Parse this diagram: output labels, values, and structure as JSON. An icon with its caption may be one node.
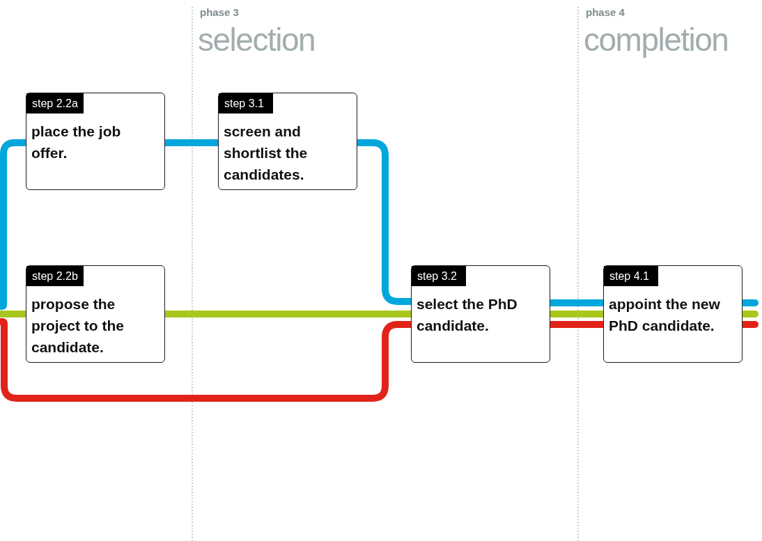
{
  "diagram": {
    "nodes": [
      {
        "text": [
          "step 2.2a",
          "place the job offer."
        ]
      },
      {
        "text": [
          "step 2.2b",
          "propose the project to the candidate."
        ]
      },
      {
        "text": [
          "step 3.1",
          "screen and shortlist the candidates."
        ]
      },
      {
        "text": [
          "step 3.2",
          "select the PhD candidate."
        ]
      },
      {
        "text": [
          "step 4.1",
          "appoint the new PhD candidate."
        ]
      }
    ],
    "edges": [
      {
        "from": null,
        "to": 0,
        "arrow": "none",
        "color": "#00a7dc"
      },
      {
        "from": 0,
        "to": 2,
        "arrow": "none",
        "color": "#00a7dc"
      },
      {
        "from": 2,
        "to": 3,
        "arrow": "none",
        "color": "#00a7dc"
      },
      {
        "from": 3,
        "to": 4,
        "arrow": "none",
        "color": "#00a7dc"
      },
      {
        "from": 4,
        "to": null,
        "arrow": "none",
        "color": "#00a7dc"
      },
      {
        "from": null,
        "to": 1,
        "arrow": "none",
        "color": "#a8c81e"
      },
      {
        "from": 1,
        "to": 3,
        "arrow": "none",
        "color": "#a8c81e"
      },
      {
        "from": 3,
        "to": 4,
        "arrow": "none",
        "color": "#a8c81e"
      },
      {
        "from": 4,
        "to": null,
        "arrow": "none",
        "color": "#a8c81e"
      },
      {
        "from": null,
        "to": 3,
        "arrow": "none",
        "color": "#e2231a"
      },
      {
        "from": 3,
        "to": 4,
        "arrow": "none",
        "color": "#e2231a"
      },
      {
        "from": 4,
        "to": null,
        "arrow": "none",
        "color": "#e2231a"
      }
    ],
    "labels": [
      "phase 3",
      "selection",
      "phase 4",
      "completion"
    ]
  }
}
